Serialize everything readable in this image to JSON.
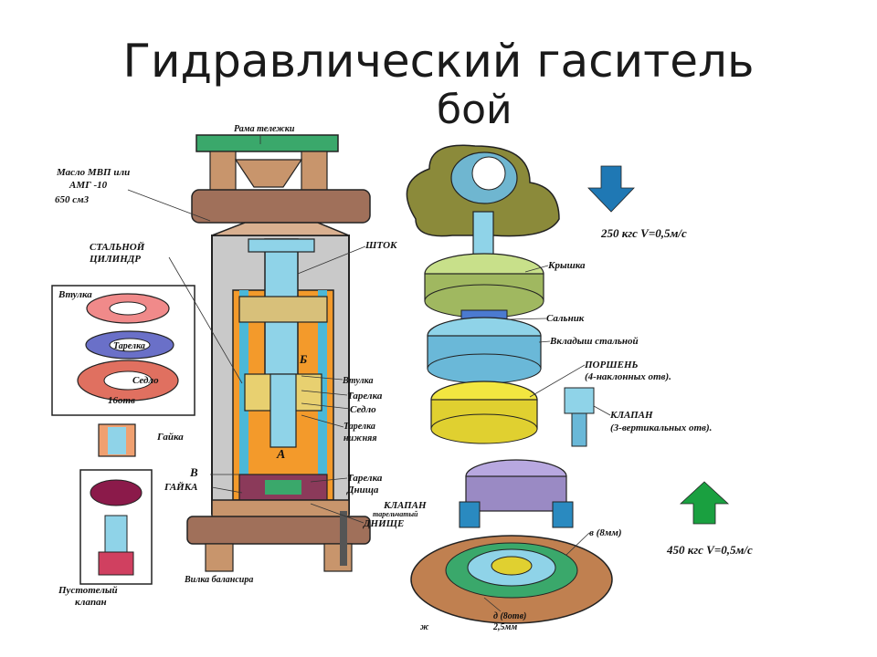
{
  "title": "Гидравлический гаситель",
  "title_cut": "бой",
  "labels": {
    "frame": "Рама тележки",
    "oil1": "Масло МВП или",
    "oil2": "АМГ -10",
    "oil3": "650 см3",
    "cyl1": "СТАЛЬНОЙ",
    "cyl2": "ЦИЛИНДР",
    "rod": "ШТОК",
    "bush": "Втулка",
    "plate": "Тарелка",
    "seat": "Седло",
    "holes16": "16отв",
    "nut": "Гайка",
    "hollow1": "Пустотелый",
    "hollow2": "клапан",
    "b_letter": "Б",
    "a_letter": "А",
    "v_letter": "В",
    "bush2": "Втулка",
    "plate2": "Тарелка",
    "seat2": "Седло",
    "plate_low1": "Тарелка",
    "plate_low2": "нижняя",
    "nut2": "ГАЙКА",
    "plate_bottom1": "Тарелка",
    "plate_bottom2": "Днища",
    "valve_b1": "КЛАПАН",
    "valve_b2": "тарельчатый",
    "bottom": "ДНИЩЕ",
    "fork": "Вилка балансира",
    "cover": "Крышка",
    "seal": "Сальник",
    "liner": "Вкладыш стальной",
    "piston1": "ПОРШЕНЬ",
    "piston2": "(4-наклонных отв).",
    "valve1": "КЛАПАН",
    "valve2": "(3-вертикальных отв).",
    "dim_b": "в (8мм)",
    "dim_d": "д (8отв)",
    "dim_25": "2,5мм",
    "dim_zh": "ж"
  },
  "arrows": {
    "down_text": "250 кгс V=0,5м/с",
    "up_text": "450 кгс V=0,5м/с",
    "down_color": "#1f78b4",
    "up_color": "#1aa040"
  },
  "colors": {
    "orange": "#f39a2b",
    "cyan": "#8fd3e8",
    "brown": "#a0705a",
    "green": "#3aa86b",
    "olive": "#8b8a3a",
    "pink": "#f08a8a",
    "purple": "#9a8ac4",
    "yellow": "#f2e640"
  }
}
